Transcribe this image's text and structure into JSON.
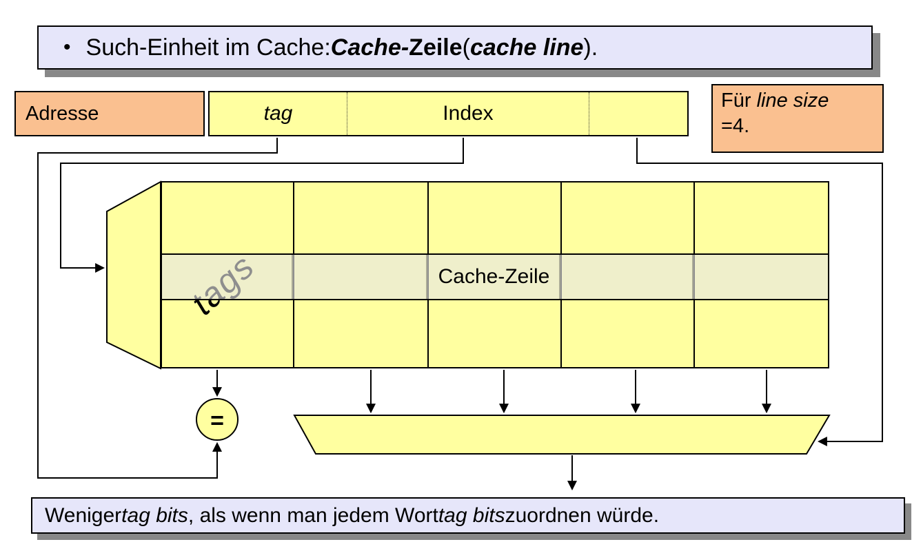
{
  "colors": {
    "banner_bg": "#E6E6FA",
    "box_orange": "#FAC090",
    "cache_yellow": "#FFFFA0",
    "highlight_band": "#EFEFC9",
    "shadow": "#888888"
  },
  "top_banner": {
    "bullet": "•",
    "t1": "Such-Einheit im Cache: ",
    "t2": "Cache-",
    "t3": "Zeile",
    "t4": " (",
    "t5": "cache line",
    "t6": ")."
  },
  "address": {
    "label": "Adresse",
    "tag": "tag",
    "index": "Index"
  },
  "note": {
    "t1": "Für ",
    "t2": "line size",
    "t3": "=4."
  },
  "cache": {
    "tags_label": "tags",
    "line_label": "Cache-Zeile"
  },
  "comparator": {
    "symbol": "="
  },
  "bottom_banner": {
    "t1": "Weniger ",
    "t2": "tag bits",
    "t3": ", als wenn man jedem Wort ",
    "t4": "tag bits",
    "t5": " zuordnen würde."
  }
}
